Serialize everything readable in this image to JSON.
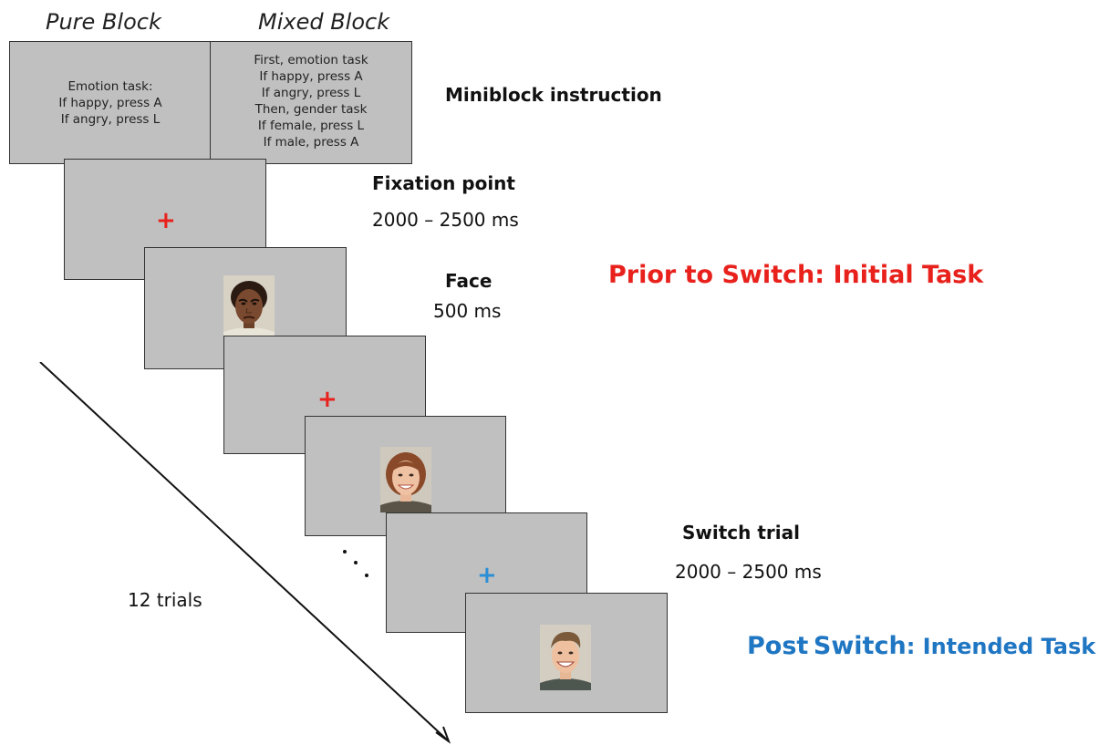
{
  "block_headers": {
    "pure": "Pure Block",
    "mixed": "Mixed Block"
  },
  "instructions": {
    "pure": [
      "Emotion task:",
      "If happy, press A",
      "If angry, press L"
    ],
    "mixed": [
      "First, emotion task",
      "If happy, press A",
      "If angry, press L",
      "Then, gender task",
      "If female, press L",
      "If male, press A"
    ]
  },
  "labels": {
    "miniblock": "Miniblock instruction",
    "fixation": "Fixation point",
    "fixation_time": "2000 – 2500 ms",
    "face": "Face",
    "face_time": "500 ms",
    "switch": "Switch trial",
    "switch_time": "2000 – 2500 ms",
    "trials": "12 trials",
    "ellipsis": ". . ."
  },
  "phases": {
    "prior": "Prior to Switch: Initial Task",
    "post_word1": "Post",
    "post_word2": "Switch",
    "post_rest": ": Intended Task"
  },
  "crosses": {
    "symbol": "+",
    "initial_color": "#e8211c",
    "switch_color": "#2b8fd6"
  },
  "colors": {
    "prior_phase": "#e8211c",
    "post_phase": "#1f76c2",
    "screen": "#c0c0c0"
  },
  "faces": [
    {
      "name": "angry-female-face",
      "expression": "angry"
    },
    {
      "name": "happy-female-face",
      "expression": "happy"
    },
    {
      "name": "happy-male-face",
      "expression": "happy"
    }
  ]
}
